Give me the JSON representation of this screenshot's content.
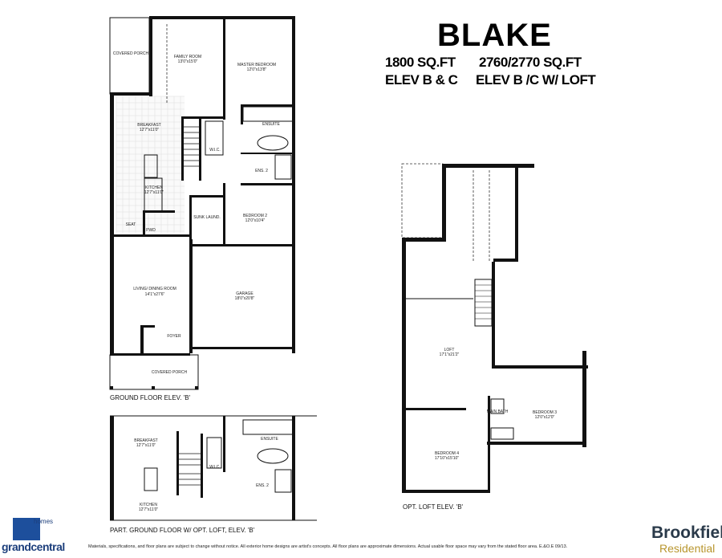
{
  "header": {
    "title": "BLAKE",
    "sqft_1": "1800 SQ.FT",
    "sqft_2": "2760/2770 SQ.FT",
    "elev_1": "ELEV B & C",
    "elev_2": "ELEV B /C W/ LOFT"
  },
  "ground_floor": {
    "caption": "GROUND FLOOR ELEV. 'B'",
    "rooms": {
      "covered_porch_rear": "COVERED PORCH",
      "family_room": "FAMILY ROOM",
      "family_room_dim": "13'0\"x15'0\"",
      "master_bedroom": "MASTER BEDROOM",
      "master_bedroom_dim": "12'0\"x13'8\"",
      "breakfast": "BREAKFAST",
      "breakfast_dim": "12'7\"x11'0\"",
      "kitchen": "KITCHEN",
      "kitchen_dim": "12'7\"x11'0\"",
      "ensuite": "ENSUITE",
      "wic": "W.I.C.",
      "ens2": "ENS. 2",
      "bedroom2": "BEDROOM 2",
      "bedroom2_dim": "12'0\"x10'4\"",
      "laundry": "SUNK LAUND.",
      "pwd": "PWD",
      "seat": "SEAT",
      "living": "LIVING/ DINING ROOM",
      "living_dim": "14'1\"x27'6\"",
      "garage": "GARAGE",
      "garage_dim": "18'0\"x20'8\"",
      "foyer": "FOYER",
      "covered_porch_front": "COVERED PORCH"
    }
  },
  "partial_floor": {
    "caption": "PART. GROUND FLOOR W/ OPT. LOFT, ELEV. 'B'",
    "rooms": {
      "breakfast": "BREAKFAST",
      "breakfast_dim": "12'7\"x11'0\"",
      "kitchen": "KITCHEN",
      "kitchen_dim": "12'7\"x11'0\"",
      "wic": "W.I.C.",
      "ensuite": "ENSUITE",
      "ens2": "ENS. 2"
    }
  },
  "loft_floor": {
    "caption": "OPT. LOFT ELEV. 'B'",
    "rooms": {
      "loft": "LOFT",
      "loft_dim": "17'1\"x21'2\"",
      "main_bath": "MAIN BATH",
      "bedroom3": "BEDROOM 3",
      "bedroom3_dim": "12'0\"x12'0\"",
      "bedroom4": "BEDROOM 4",
      "bedroom4_dim": "17'10\"x15'10\""
    }
  },
  "footer": {
    "disclaimer": "Materials, specifications, and floor plans are subject to change without notice. All exterior home designs are artist's concepts. All floor plans are approximate dimensions. Actual usable floor space may vary from the stated floor area. E.&O.E 09/13.",
    "brand_name": "Brookfield",
    "brand_sub": "Residential",
    "partner_logo": "grandcentral",
    "partner_logo_sub": "homes",
    "colors": {
      "brand": "#2a3a4a",
      "brand_accent": "#b8962e",
      "partner": "#1d4f9c"
    }
  }
}
